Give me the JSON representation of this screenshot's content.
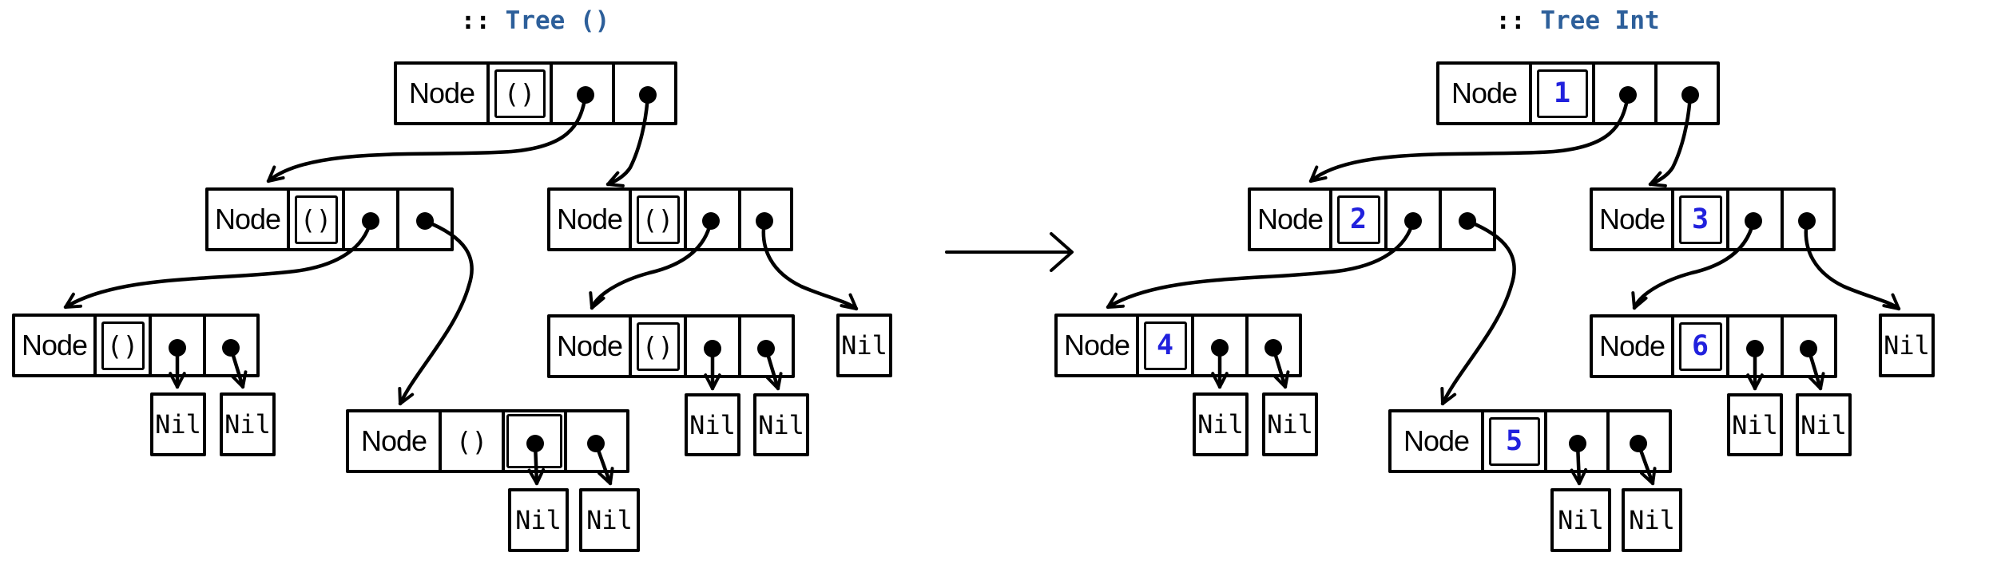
{
  "left_tree": {
    "title_prefix": "::",
    "title_type": "Tree ()",
    "constructor_label": "Node",
    "nil_label": "Nil",
    "nodes": [
      {
        "value": "()"
      },
      {
        "value": "()"
      },
      {
        "value": "()"
      },
      {
        "value": "()"
      },
      {
        "value": "()"
      },
      {
        "value": "()"
      }
    ]
  },
  "right_tree": {
    "title_prefix": "::",
    "title_type": "Tree Int",
    "constructor_label": "Node",
    "nil_label": "Nil",
    "nodes": [
      {
        "value": "1"
      },
      {
        "value": "2"
      },
      {
        "value": "3"
      },
      {
        "value": "4"
      },
      {
        "value": "6"
      },
      {
        "value": "5"
      }
    ]
  },
  "colors": {
    "title_blue": "#2d5f9a",
    "int_blue": "#2121dd",
    "line_black": "#000000"
  }
}
